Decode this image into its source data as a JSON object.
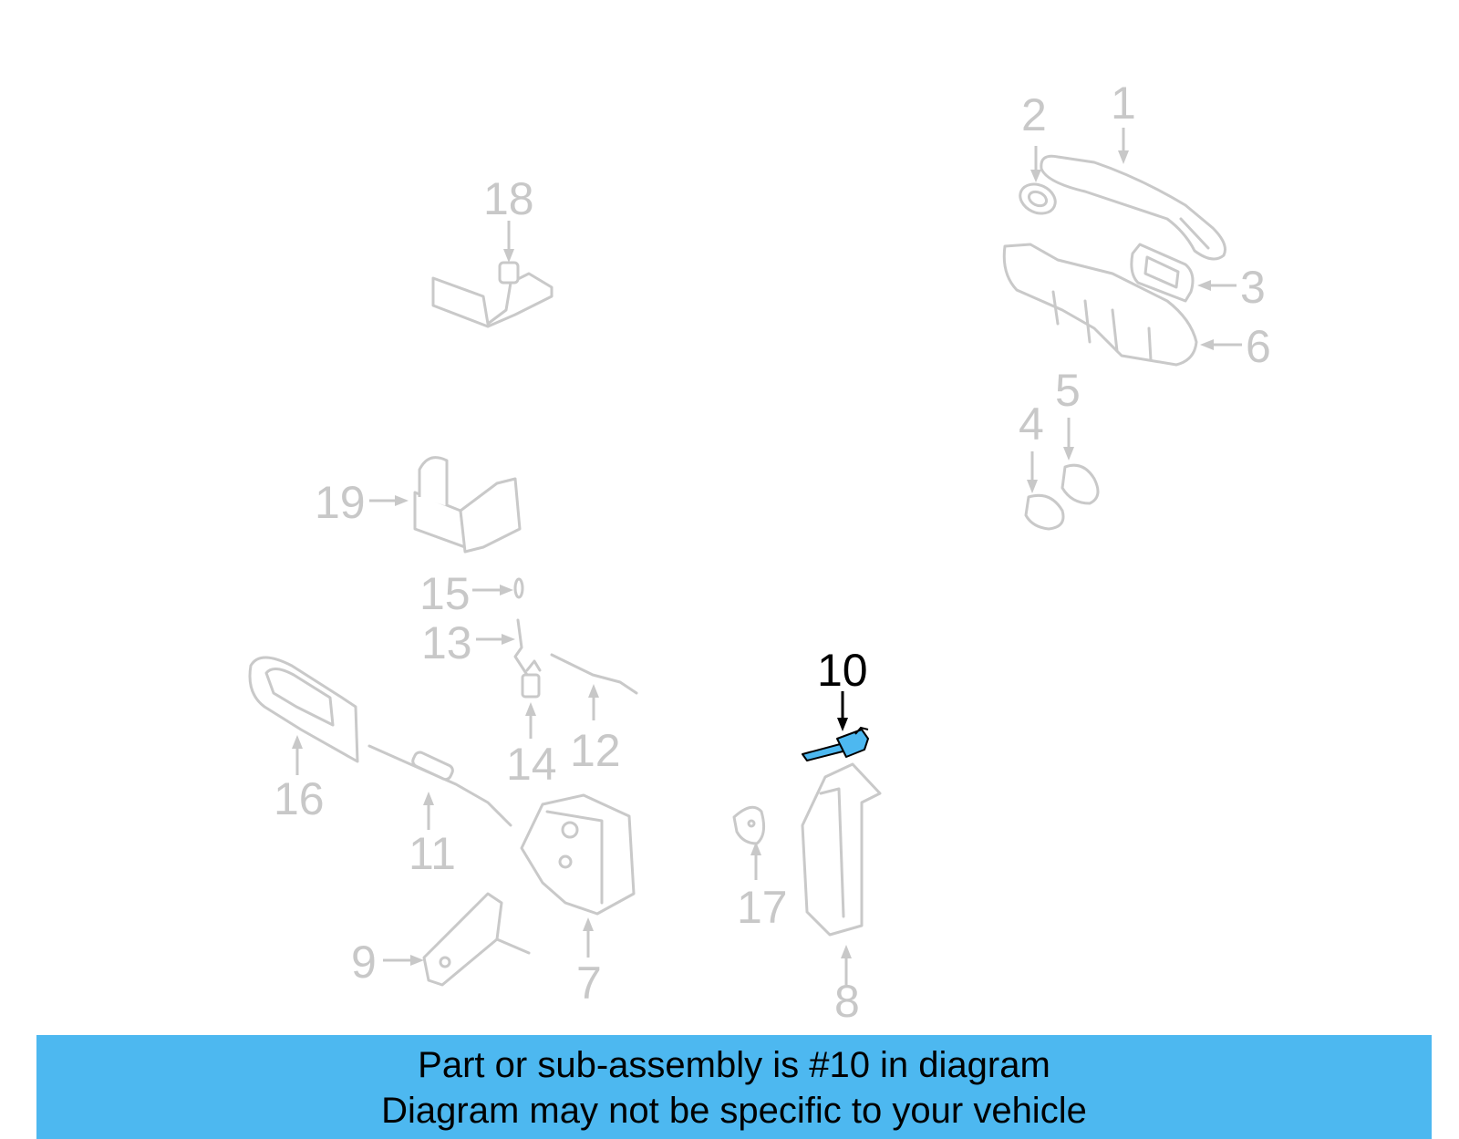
{
  "diagram": {
    "highlight_color": "#4db8f0",
    "muted_color": "#c8c8c8",
    "callouts": {
      "c1": "1",
      "c2": "2",
      "c3": "3",
      "c4": "4",
      "c5": "5",
      "c6": "6",
      "c7": "7",
      "c8": "8",
      "c9": "9",
      "c10": "10",
      "c11": "11",
      "c12": "12",
      "c13": "13",
      "c14": "14",
      "c15": "15",
      "c16": "16",
      "c17": "17",
      "c18": "18",
      "c19": "19"
    },
    "highlighted_part": "10"
  },
  "banner": {
    "line1": "Part or sub-assembly is #10 in diagram",
    "line2": "Diagram may not be specific to your vehicle",
    "background": "#4db8f0"
  }
}
